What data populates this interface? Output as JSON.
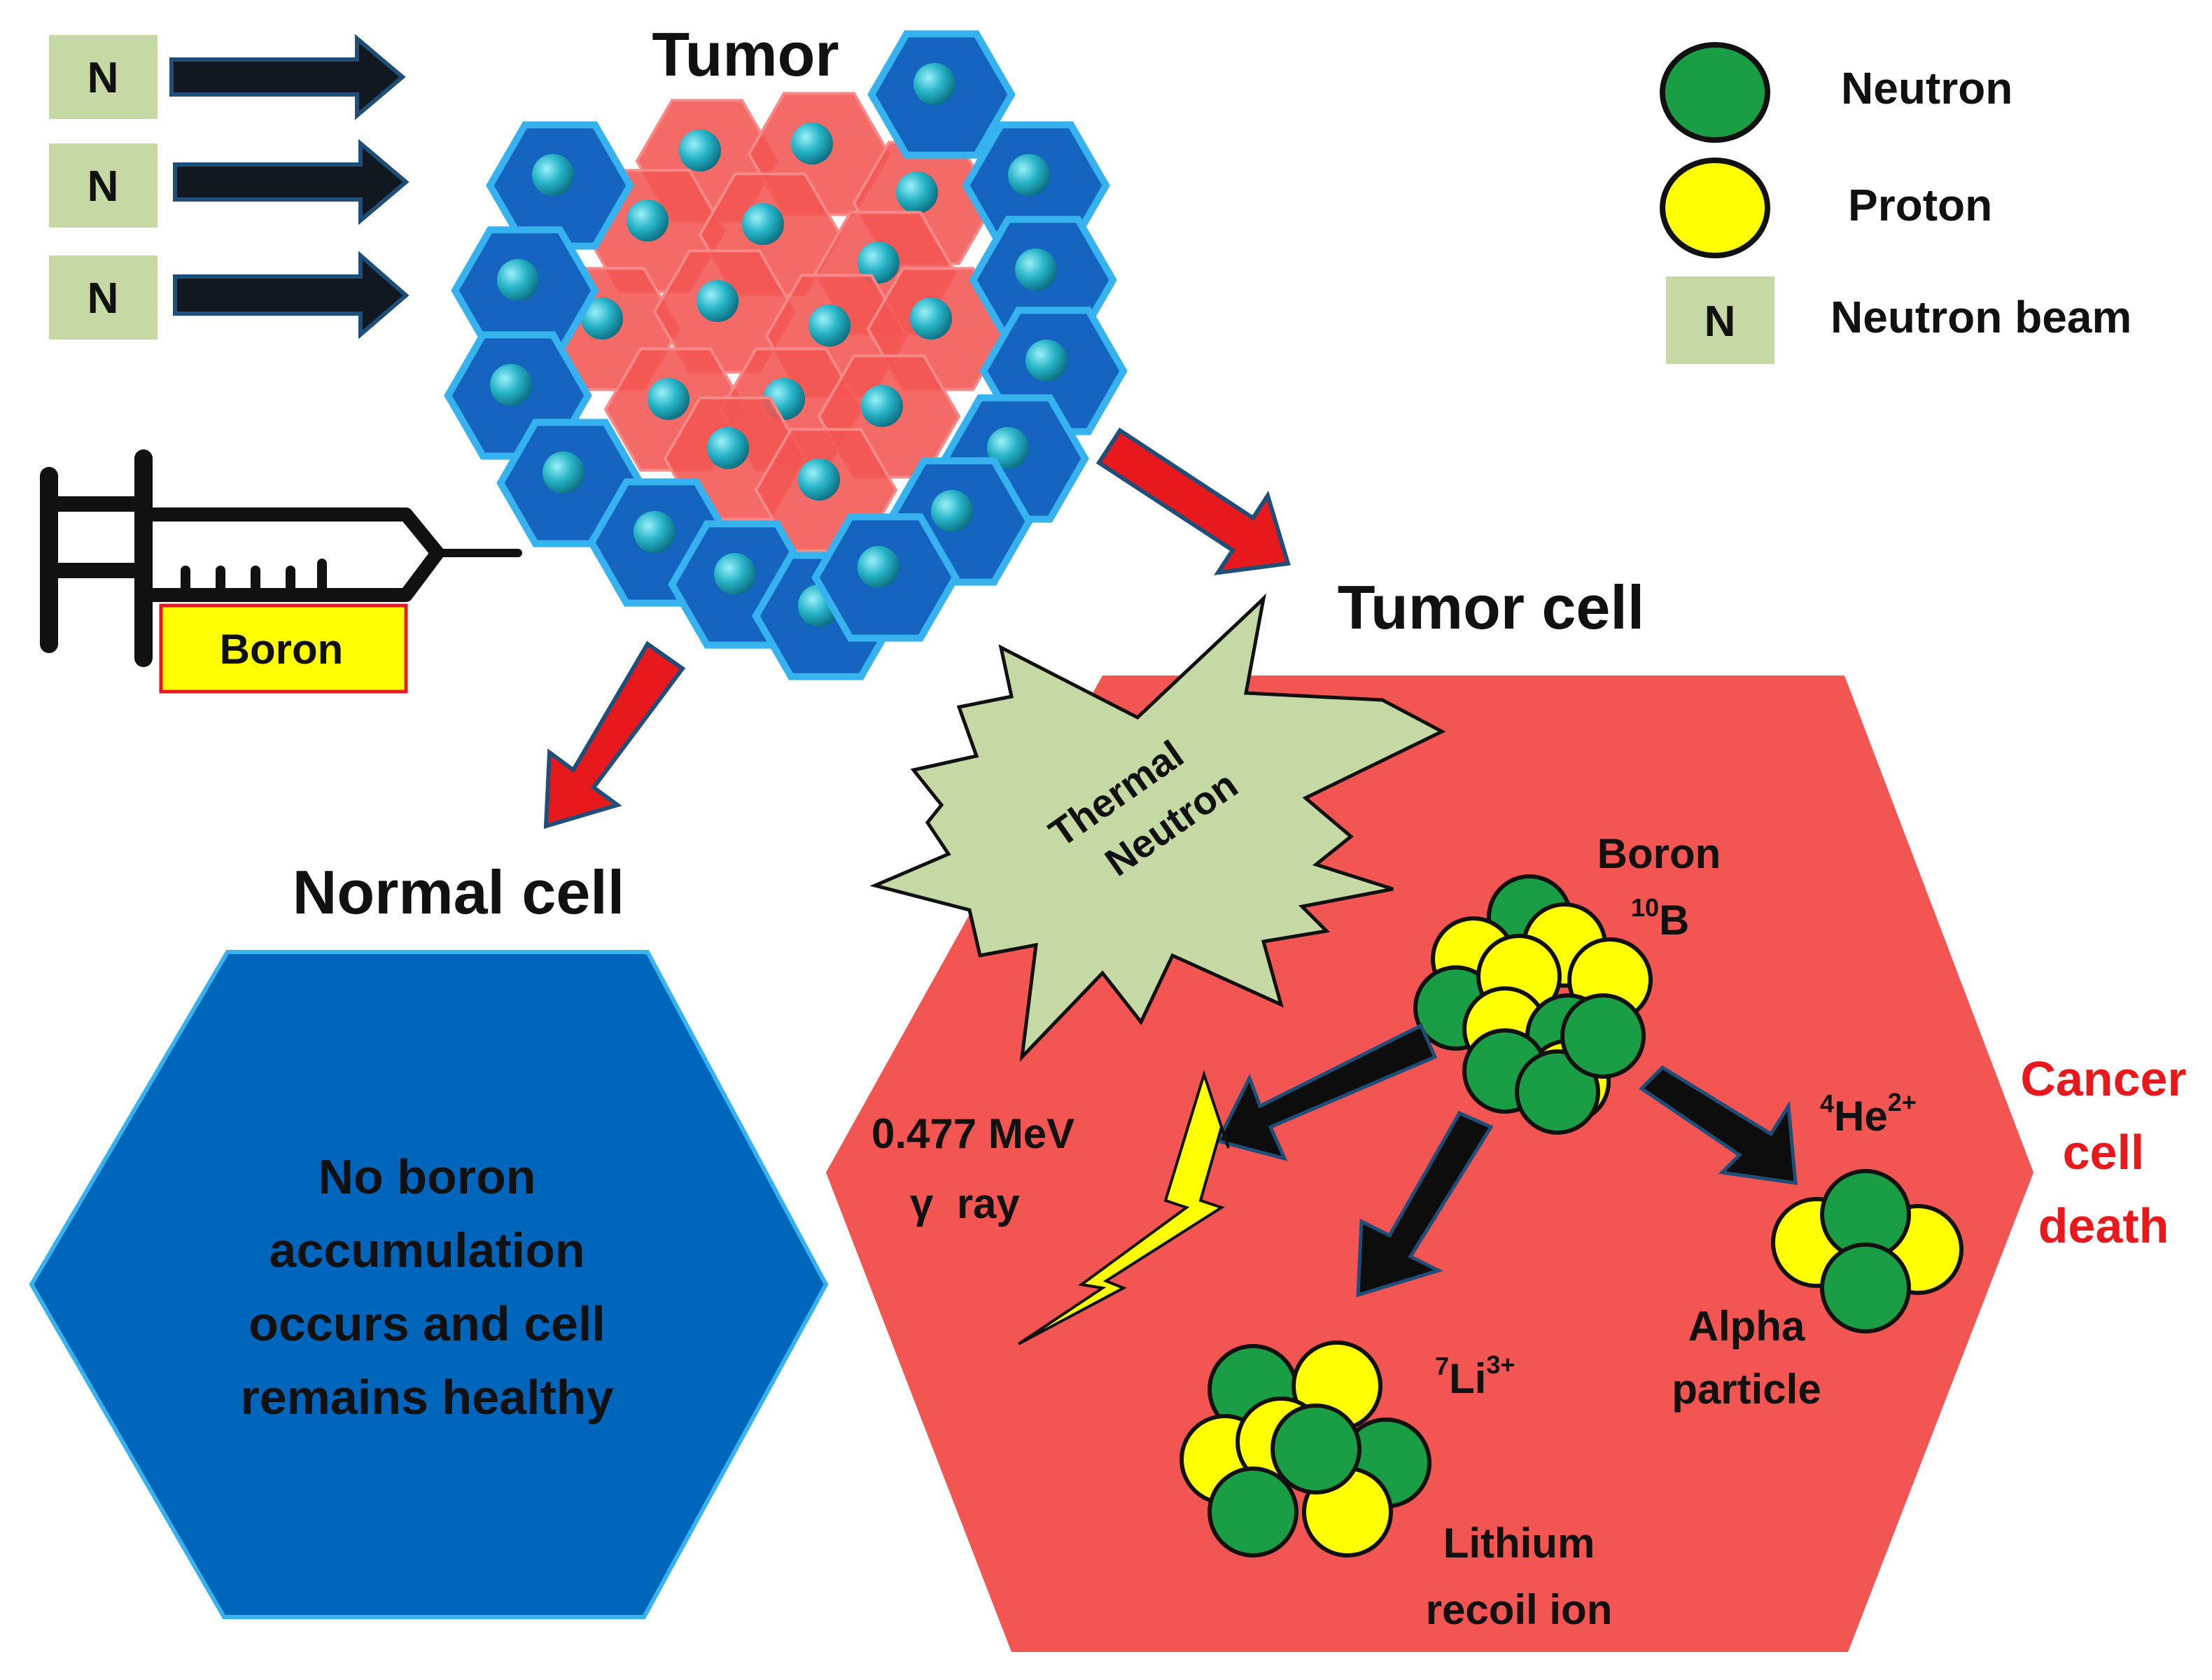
{
  "beam": {
    "n_label": "N"
  },
  "tumor": {
    "title": "Tumor"
  },
  "syringe": {
    "label": "Boron"
  },
  "legend": {
    "neutron": "Neutron",
    "proton": "Proton",
    "beam_badge": "N",
    "beam": "Neutron beam"
  },
  "tumor_cell": {
    "title": "Tumor cell",
    "thermal_line1": "Thermal",
    "thermal_line2": "Neutron",
    "boron_label": "Boron",
    "b10_sup": "10",
    "b10_base": "B",
    "gamma_energy": "0.477 MeV",
    "gamma_ray": "γ  ray",
    "he_sup": "4",
    "he_base": "He",
    "he_charge": "2+",
    "alpha_line1": "Alpha",
    "alpha_line2": "particle",
    "li_sup": "7",
    "li_base": "Li",
    "li_charge": "3+",
    "lithium_line1": "Lithium",
    "lithium_line2": "recoil ion"
  },
  "cancer_death": {
    "line1": "Cancer",
    "line2": "cell",
    "line3": "death"
  },
  "normal_cell": {
    "title": "Normal cell",
    "text_lines": [
      "No boron",
      "accumulation",
      "occurs and cell",
      "remains healthy"
    ]
  },
  "colors": {
    "neutron": "#1a9e45",
    "proton": "#ffff00",
    "beam_badge": "#c4d9a4",
    "normal_cell": "#0066bb",
    "tumor_cell": "#f25552",
    "arrow_red": "#e8191c",
    "cancer_text": "#e8191c",
    "nucleus": "#27b4c8"
  }
}
